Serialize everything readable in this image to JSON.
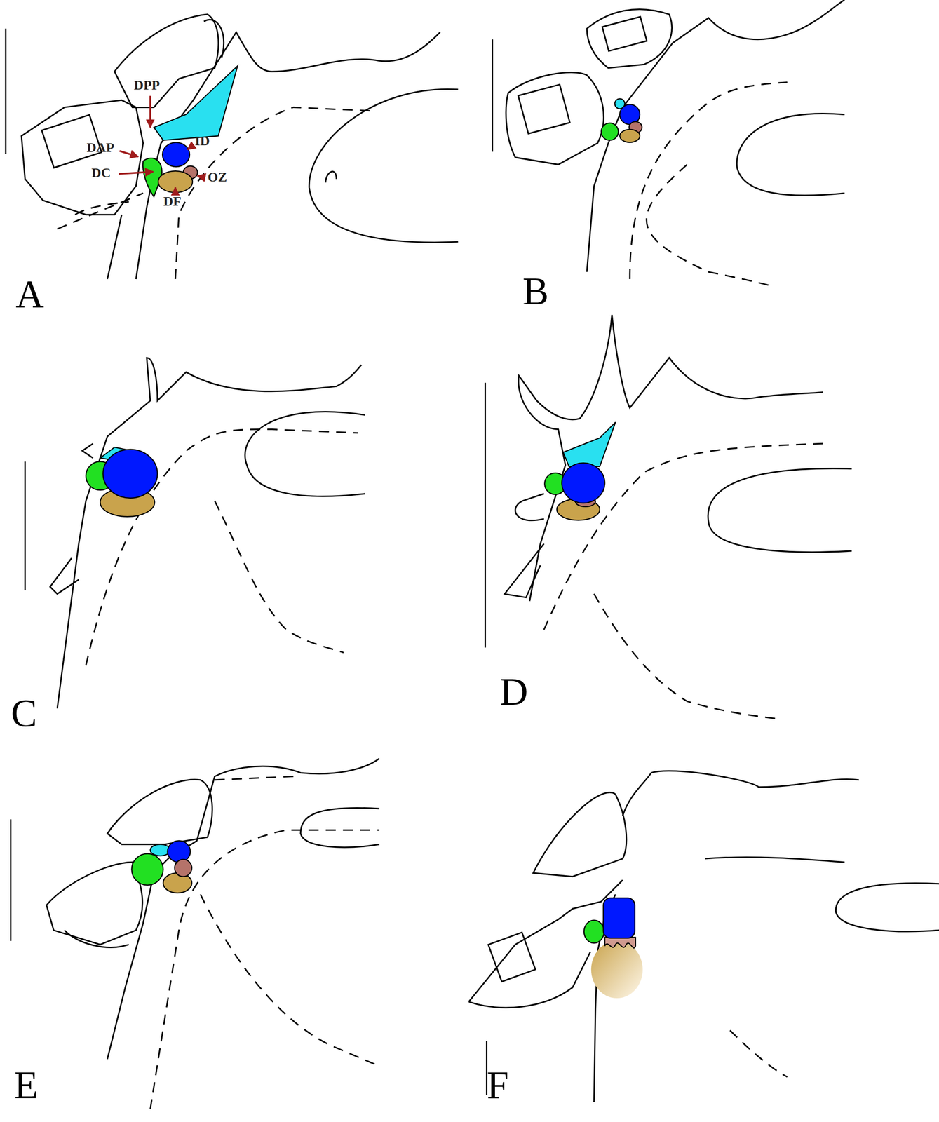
{
  "diagram": {
    "labels": [
      "A",
      "B",
      "C",
      "D",
      "E",
      "F",
      "DPP",
      "DAP",
      "ID",
      "DC",
      "OZ",
      "DF"
    ]
  }
}
